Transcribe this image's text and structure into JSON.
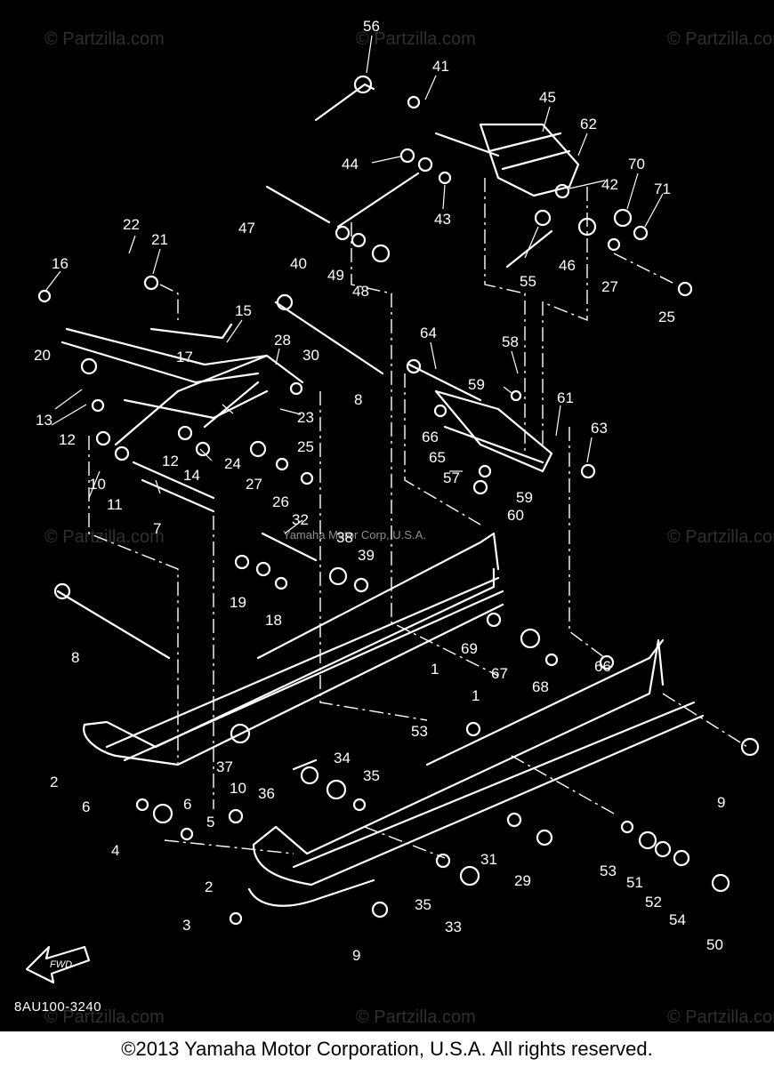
{
  "diagram": {
    "code": "8AU100-3240",
    "fwd_label": "FWD",
    "center_credit": "Yamaha Motor Corp, U.S.A.",
    "watermark": "© Partzilla.com",
    "copyright": "©2013 Yamaha Motor Corporation, U.S.A. All rights reserved.",
    "callouts": [
      {
        "id": "c56",
        "label": "56"
      },
      {
        "id": "c41",
        "label": "41"
      },
      {
        "id": "c45",
        "label": "45"
      },
      {
        "id": "c62",
        "label": "62"
      },
      {
        "id": "c44",
        "label": "44"
      },
      {
        "id": "c70",
        "label": "70"
      },
      {
        "id": "c71",
        "label": "71"
      },
      {
        "id": "c42",
        "label": "42"
      },
      {
        "id": "c47",
        "label": "47"
      },
      {
        "id": "c43",
        "label": "43"
      },
      {
        "id": "c22",
        "label": "22"
      },
      {
        "id": "c21",
        "label": "21"
      },
      {
        "id": "c40",
        "label": "40"
      },
      {
        "id": "c49",
        "label": "49"
      },
      {
        "id": "c48",
        "label": "48"
      },
      {
        "id": "c46",
        "label": "46"
      },
      {
        "id": "c55",
        "label": "55"
      },
      {
        "id": "c27a",
        "label": "27"
      },
      {
        "id": "c25a",
        "label": "25"
      },
      {
        "id": "c16",
        "label": "16"
      },
      {
        "id": "c15",
        "label": "15"
      },
      {
        "id": "c28",
        "label": "28"
      },
      {
        "id": "c30",
        "label": "30"
      },
      {
        "id": "c64",
        "label": "64"
      },
      {
        "id": "c58",
        "label": "58"
      },
      {
        "id": "c20",
        "label": "20"
      },
      {
        "id": "c17",
        "label": "17"
      },
      {
        "id": "c8a",
        "label": "8"
      },
      {
        "id": "c59a",
        "label": "59"
      },
      {
        "id": "c61",
        "label": "61"
      },
      {
        "id": "c13",
        "label": "13"
      },
      {
        "id": "c12a",
        "label": "12"
      },
      {
        "id": "c23",
        "label": "23"
      },
      {
        "id": "c63",
        "label": "63"
      },
      {
        "id": "c66a",
        "label": "66"
      },
      {
        "id": "c25b",
        "label": "25"
      },
      {
        "id": "c65",
        "label": "65"
      },
      {
        "id": "c12b",
        "label": "12"
      },
      {
        "id": "c24",
        "label": "24"
      },
      {
        "id": "c14",
        "label": "14"
      },
      {
        "id": "c27b",
        "label": "27"
      },
      {
        "id": "c26",
        "label": "26"
      },
      {
        "id": "c57",
        "label": "57"
      },
      {
        "id": "c59b",
        "label": "59"
      },
      {
        "id": "c10a",
        "label": "10"
      },
      {
        "id": "c11",
        "label": "11"
      },
      {
        "id": "c60",
        "label": "60"
      },
      {
        "id": "c7",
        "label": "7"
      },
      {
        "id": "c32",
        "label": "32"
      },
      {
        "id": "c38",
        "label": "38"
      },
      {
        "id": "c39",
        "label": "39"
      },
      {
        "id": "c19",
        "label": "19"
      },
      {
        "id": "c18",
        "label": "18"
      },
      {
        "id": "c69",
        "label": "69"
      },
      {
        "id": "c1a",
        "label": "1"
      },
      {
        "id": "c67",
        "label": "67"
      },
      {
        "id": "c66b",
        "label": "66"
      },
      {
        "id": "c8b",
        "label": "8"
      },
      {
        "id": "c68",
        "label": "68"
      },
      {
        "id": "c1b",
        "label": "1"
      },
      {
        "id": "c53a",
        "label": "53"
      },
      {
        "id": "c37",
        "label": "37"
      },
      {
        "id": "c34",
        "label": "34"
      },
      {
        "id": "c2a",
        "label": "2"
      },
      {
        "id": "c35a",
        "label": "35"
      },
      {
        "id": "c36",
        "label": "36"
      },
      {
        "id": "c9a",
        "label": "9"
      },
      {
        "id": "c6a",
        "label": "6"
      },
      {
        "id": "c10b",
        "label": "10"
      },
      {
        "id": "c6b",
        "label": "6"
      },
      {
        "id": "c5",
        "label": "5"
      },
      {
        "id": "c4",
        "label": "4"
      },
      {
        "id": "c31",
        "label": "31"
      },
      {
        "id": "c53b",
        "label": "53"
      },
      {
        "id": "c29",
        "label": "29"
      },
      {
        "id": "c51",
        "label": "51"
      },
      {
        "id": "c2b",
        "label": "2"
      },
      {
        "id": "c52",
        "label": "52"
      },
      {
        "id": "c54",
        "label": "54"
      },
      {
        "id": "c35b",
        "label": "35"
      },
      {
        "id": "c3",
        "label": "3"
      },
      {
        "id": "c33",
        "label": "33"
      },
      {
        "id": "c50",
        "label": "50"
      },
      {
        "id": "c9b",
        "label": "9"
      }
    ]
  }
}
